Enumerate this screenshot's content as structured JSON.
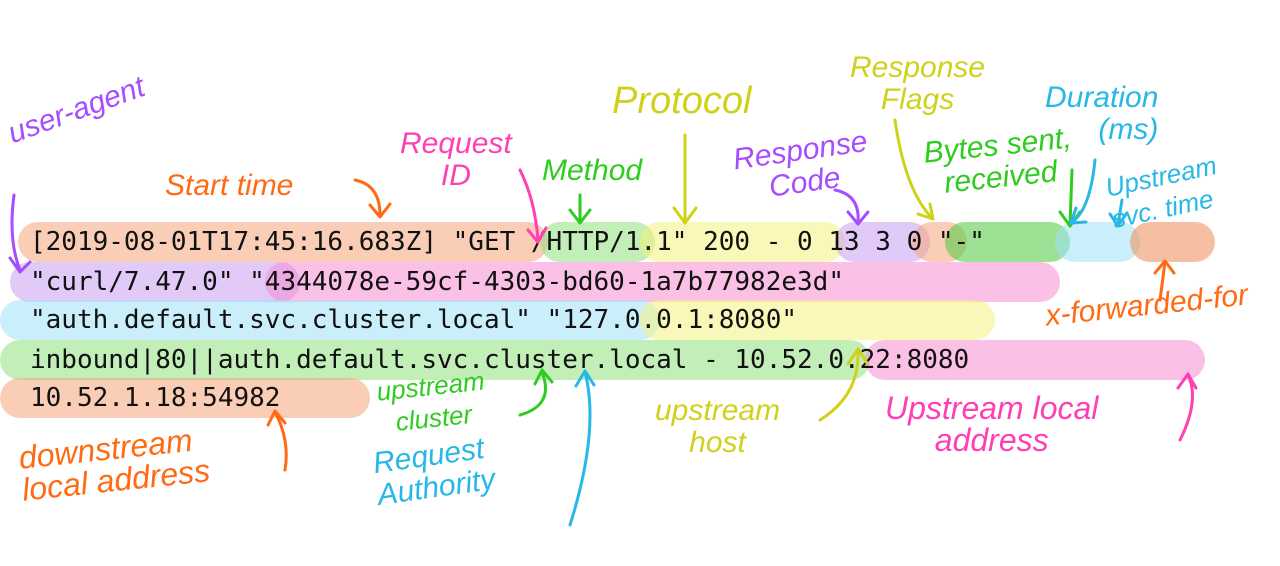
{
  "log_lines": [
    "[2019-08-01T17:45:16.683Z] \"GET /HTTP/1.1\" 200 - 0 13 3 0 \"-\"",
    "\"curl/7.47.0\" \"4344078e-59cf-4303-bd60-1a7b77982e3d\"",
    "\"auth.default.svc.cluster.local\" \"127.0.0.1:8080\"",
    "inbound|80||auth.default.svc.cluster.local - 10.52.0.22:8080",
    "10.52.1.18:54982"
  ],
  "labels": {
    "user_agent": "user-agent",
    "start_time": "Start time",
    "request_id": "Request\nID",
    "method": "Method",
    "protocol": "Protocol",
    "response_code": "Response\nCode",
    "response_flags": "Response\nFlags",
    "bytes": "Bytes sent,\nreceived",
    "duration": "Duration\n(ms)",
    "upstream_svc_time": "Upstream\nsvc. time",
    "x_forwarded_for": "x-forwarded-for",
    "upstream_cluster": "upstream\ncluster",
    "request_authority": "Request\nAuthority",
    "upstream_host": "upstream\nhost",
    "upstream_local_address": "Upstream local\naddress",
    "downstream_local_address": "downstream\nlocal address"
  },
  "colors": {
    "orange": "#ff6a13",
    "purple": "#a64dff",
    "pink": "#ff3fb4",
    "green": "#2ecc1f",
    "yellow": "#cfd11a",
    "cyan": "#27b8e6",
    "hl_orange": "#f6a67a",
    "hl_purple": "#c99cf2",
    "hl_pink": "#f58cd0",
    "hl_green": "#8fe07c",
    "hl_yellow": "#f6f37e",
    "hl_cyan": "#9fe2f5"
  }
}
